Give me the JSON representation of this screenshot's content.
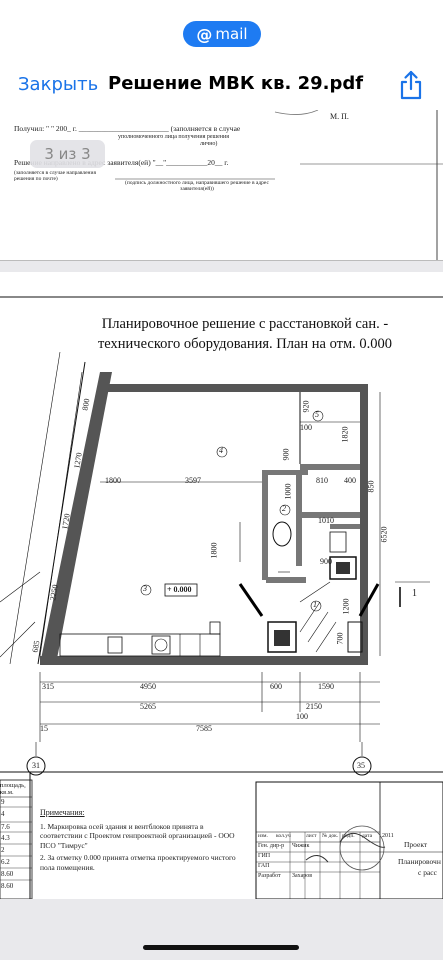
{
  "header": {
    "app_badge": "mail",
    "close_label": "Закрыть",
    "title": "Решение МВК кв. 29.pdf"
  },
  "viewer": {
    "page_indicator": "3 из 3"
  },
  "page1": {
    "line1": "Получил: \"  \"            200_ г. ________________________ (заполняется в случае",
    "line1_sub": "уполномоченного лица   получения решения",
    "line1_sub2": "лично)",
    "line2": "Решение направлено в адрес заявителя(ей) \"__\"___________20__ г.",
    "line2_note": "(заполняется в случае направления решения по почте)",
    "line3_note": "(подпись должностного лица, направившего решение в адрес заявителя(ей))",
    "stamp": "М. П."
  },
  "plan": {
    "title_line1": "Планировочное решение с расстановкой сан. -",
    "title_line2": "технического оборудования. План на отм. 0.000",
    "level_mark": "+ 0.000",
    "axis_left": "31",
    "axis_right": "35",
    "rooms": [
      "1",
      "2",
      "3",
      "4",
      "5"
    ],
    "dims": {
      "d1800": "1800",
      "d3597": "3597",
      "d900a": "900",
      "d920": "920",
      "d1820": "1820",
      "d100": "100",
      "d810": "810",
      "d400": "400",
      "d850": "850",
      "d1010": "1010",
      "d6520": "6520",
      "d1000": "1000",
      "d900b": "900",
      "d1200": "1200",
      "d700": "700",
      "d315": "315",
      "d4950": "4950",
      "d600": "600",
      "d1590": "1590",
      "d5265": "5265",
      "d2150": "2150",
      "d100b": "100",
      "d7585": "7585",
      "d15": "15",
      "d800": "800",
      "d1270": "1270",
      "d1720": "1720",
      "d2250": "2250",
      "d685": "685",
      "d1800v": "1800"
    },
    "section_mark": "1",
    "left_table_header": "площадь, кв.м.",
    "left_table_values": [
      "9",
      "4",
      "7.6",
      "4.3",
      "2",
      "6.2",
      "8.60",
      "8.60"
    ]
  },
  "notes": {
    "heading": "Примечания:",
    "item1": "1. Маркировка осей здания и вентблоков принята в соответствии с Проектом  генпроектной организацией - ООО ПСО \"Тимрус\"",
    "item2": "2. За отметку 0.000 принята отметка  проектируемого чистого пола помещения."
  },
  "stamp_block": {
    "header": [
      "изм.",
      "кол.уч",
      "лист",
      "№ док.",
      "подп.",
      "дата"
    ],
    "rows": [
      "Ген. дир-р",
      "ГИП",
      "ГАП",
      "Разработ"
    ],
    "names": [
      "Чижик",
      "",
      "",
      "Захаров"
    ],
    "project": "Проект",
    "sheet_title": "Планировочн",
    "sheet_title2": "с расс",
    "year": "2011"
  },
  "colors": {
    "accent": "#1e7bf2",
    "link": "#1a73e8"
  }
}
